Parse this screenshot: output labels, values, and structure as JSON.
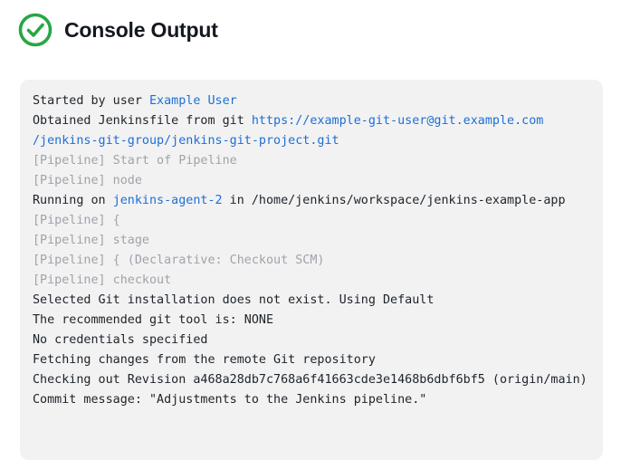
{
  "header": {
    "title": "Console Output",
    "status_icon": "check-circle-icon",
    "status_color": "#26a744"
  },
  "console": {
    "background_color": "#f2f2f3",
    "text_color": "#1d2328",
    "muted_color": "#9fa3a8",
    "link_color": "#1d6fd4",
    "lines": [
      [
        {
          "type": "plain",
          "text": "Started by user "
        },
        {
          "type": "link",
          "text": "Example User"
        }
      ],
      [
        {
          "type": "plain",
          "text": "Obtained Jenkinsfile from git "
        },
        {
          "type": "link",
          "text": "https://example-git-user@git.example.com"
        }
      ],
      [
        {
          "type": "link",
          "text": "/jenkins-git-group/jenkins-git-project.git"
        }
      ],
      [
        {
          "type": "muted",
          "text": "[Pipeline] Start of Pipeline"
        }
      ],
      [
        {
          "type": "muted",
          "text": "[Pipeline] node"
        }
      ],
      [
        {
          "type": "plain",
          "text": "Running on "
        },
        {
          "type": "link",
          "text": "jenkins-agent-2"
        },
        {
          "type": "plain",
          "text": " in /home/jenkins/workspace/jenkins-example-app"
        }
      ],
      [
        {
          "type": "muted",
          "text": "[Pipeline] {"
        }
      ],
      [
        {
          "type": "muted",
          "text": "[Pipeline] stage"
        }
      ],
      [
        {
          "type": "muted",
          "text": "[Pipeline] { (Declarative: Checkout SCM)"
        }
      ],
      [
        {
          "type": "muted",
          "text": "[Pipeline] checkout"
        }
      ],
      [
        {
          "type": "plain",
          "text": "Selected Git installation does not exist. Using Default"
        }
      ],
      [
        {
          "type": "plain",
          "text": "The recommended git tool is: NONE"
        }
      ],
      [
        {
          "type": "plain",
          "text": "No credentials specified"
        }
      ],
      [
        {
          "type": "plain",
          "text": "Fetching changes from the remote Git repository"
        }
      ],
      [
        {
          "type": "plain",
          "text": "Checking out Revision a468a28db7c768a6f41663cde3e1468b6dbf6bf5 (origin/main)"
        }
      ],
      [
        {
          "type": "plain",
          "text": "Commit message: \"Adjustments to the Jenkins pipeline.\""
        }
      ]
    ]
  }
}
